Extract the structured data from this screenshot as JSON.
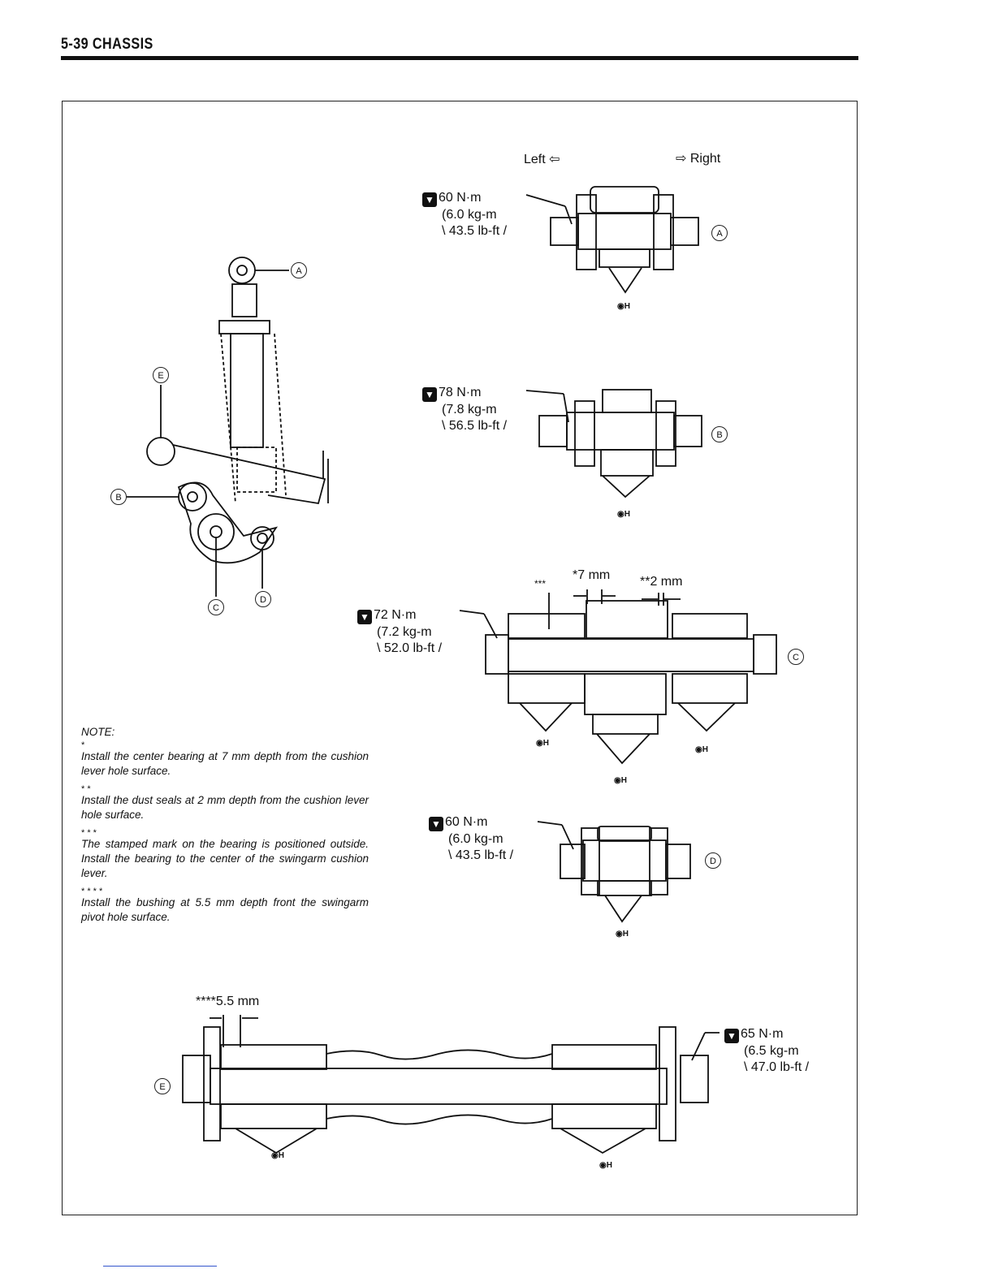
{
  "header": {
    "title": "5-39  CHASSIS"
  },
  "directions": {
    "left": "Left ⇦",
    "right": "⇨ Right"
  },
  "torque_icon": "torque-wrench-icon",
  "grease_icon": "grease-A-icon",
  "torques": {
    "a": {
      "nm": "60 N·m",
      "kgm": "(6.0 kg-m",
      "lbft": "\\ 43.5 lb-ft /"
    },
    "b": {
      "nm": "78 N·m",
      "kgm": "(7.8 kg-m",
      "lbft": "\\ 56.5 lb-ft /"
    },
    "c": {
      "nm": "72 N·m",
      "kgm": "(7.2 kg-m",
      "lbft": "\\ 52.0 lb-ft /"
    },
    "d": {
      "nm": "60 N·m",
      "kgm": "(6.0 kg-m",
      "lbft": "\\ 43.5 lb-ft /"
    },
    "e": {
      "nm": "65 N·m",
      "kgm": "(6.5 kg-m",
      "lbft": "\\ 47.0 lb-ft /"
    }
  },
  "labels": {
    "a": "A",
    "b": "B",
    "c": "C",
    "d": "D",
    "e": "E"
  },
  "dimensions": {
    "d7": "*7 mm",
    "d2": "**2 mm",
    "d3": "***",
    "d55": "****5.5 mm"
  },
  "note": {
    "title": "NOTE:",
    "items": [
      {
        "mark": "*",
        "text": "Install the center bearing at 7 mm depth from the cushion lever hole surface."
      },
      {
        "mark": "* *",
        "text": "Install the dust seals at 2 mm depth from the cushion lever hole surface."
      },
      {
        "mark": "* * *",
        "text": "The stamped mark on the bearing is positioned outside. Install the bearing to the center of the swingarm cushion lever."
      },
      {
        "mark": "* * * *",
        "text": "Install the bushing at 5.5 mm depth front the swingarm pivot hole surface."
      }
    ]
  }
}
